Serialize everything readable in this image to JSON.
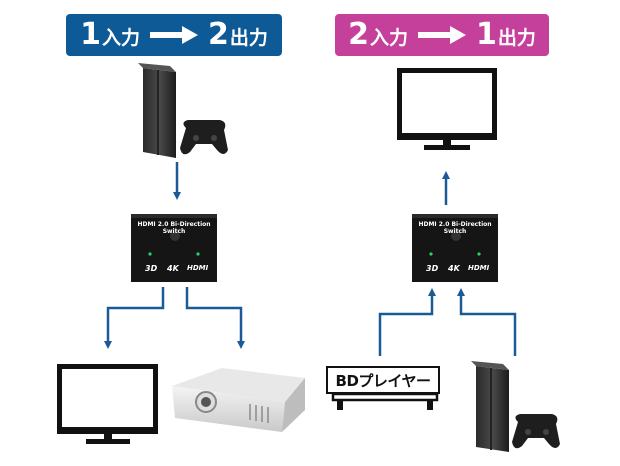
{
  "left_banner": {
    "in_num": "1",
    "in_text": "入力",
    "out_num": "2",
    "out_text": "出力",
    "color": "#0e5a96"
  },
  "right_banner": {
    "in_num": "2",
    "in_text": "入力",
    "out_num": "1",
    "out_text": "出力",
    "color": "#c5409a"
  },
  "switch": {
    "title_line1": "HDMI 2.0 Bi-Direction",
    "title_line2": "Switch",
    "badge_3d": "3D",
    "badge_4k": "4K",
    "badge_hdmi": "HDMI"
  },
  "bd_player": {
    "label": "BDプレイヤー"
  },
  "arrow_color": "#1a5a96"
}
